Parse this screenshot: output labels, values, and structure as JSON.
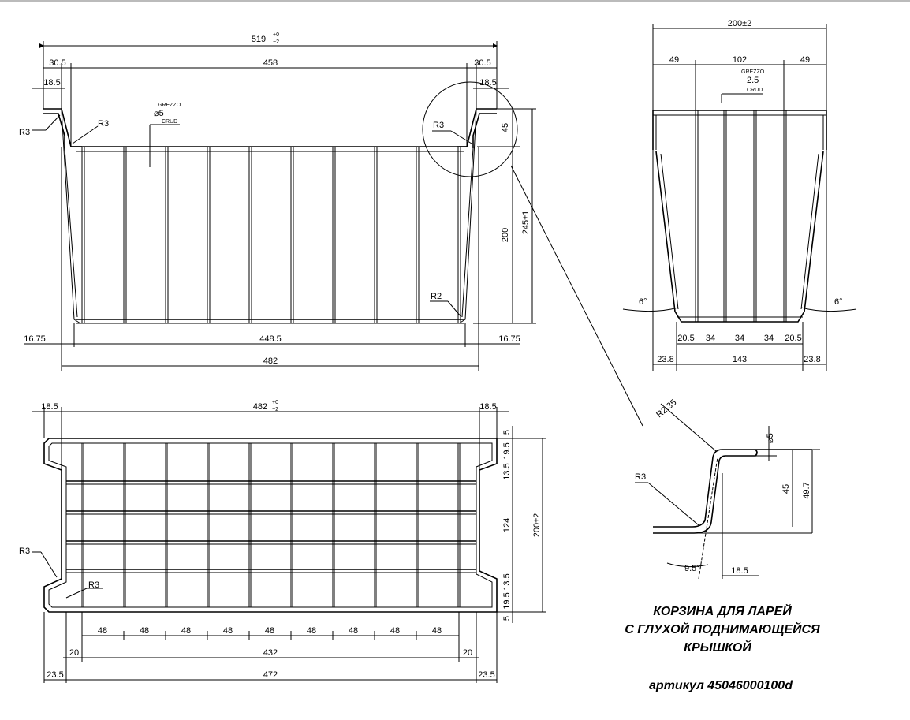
{
  "title": {
    "line1": "КОРЗИНА ДЛЯ ЛАРЕЙ",
    "line2": "С ГЛУХОЙ ПОДНИМАЮЩЕЙСЯ",
    "line3": "КРЫШКОЙ",
    "article": "артикул 45046000100d"
  },
  "front_view": {
    "overall": "519",
    "overall_tol_plus": "+0",
    "overall_tol_minus": "−2",
    "left_flange": "30.5",
    "inner_top": "458",
    "right_flange": "30.5",
    "left_lip": "18.5",
    "right_lip": "18.5",
    "radius_left_outer": "R3",
    "radius_left_inner": "R3",
    "radius_right": "R3",
    "radius_bottom": "R2",
    "wire_note": {
      "l1": "GREZZO",
      "l2": "⌀5",
      "l3": "CRUD"
    },
    "height_top": "45",
    "height_body": "200",
    "height_total": "245±1",
    "bottom_left": "16.75",
    "bottom_inner": "448.5",
    "bottom_right": "16.75",
    "bottom_overall": "482"
  },
  "side_view": {
    "overall": "200±2",
    "left": "49",
    "mid": "102",
    "right": "49",
    "wire_note": {
      "l1": "GREZZO",
      "l2": "2.5",
      "l3": "CRUD"
    },
    "angle_left": "6°",
    "angle_right": "6°",
    "b1": "20.5",
    "b2": "34",
    "b3": "34",
    "b4": "34",
    "b5": "20.5",
    "c_left": "23.8",
    "c_mid": "143",
    "c_right": "23.8"
  },
  "plan_view": {
    "left_lip": "18.5",
    "overall": "482",
    "overall_tol_plus": "+0",
    "overall_tol_minus": "−2",
    "right_lip": "18.5",
    "radius_outer": "R3",
    "radius_inner": "R3",
    "cells": [
      "48",
      "48",
      "48",
      "48",
      "48",
      "48",
      "48",
      "48",
      "48"
    ],
    "left_margin": "20",
    "span": "432",
    "right_margin": "20",
    "edge_left": "23.5",
    "total": "472",
    "edge_right": "23.5",
    "r_top": "5",
    "r_a": "19.5",
    "r_b": "13.5",
    "r_mid": "124",
    "r_c": "13.5",
    "r_d": "19.5",
    "r_bot": "5",
    "r_total": "200±2"
  },
  "detail": {
    "radius_top": "R2.35",
    "radius_bottom": "R3",
    "dia": "⌀5",
    "h1": "45",
    "h2": "49.7",
    "angle": "9.5°",
    "w": "18.5"
  }
}
